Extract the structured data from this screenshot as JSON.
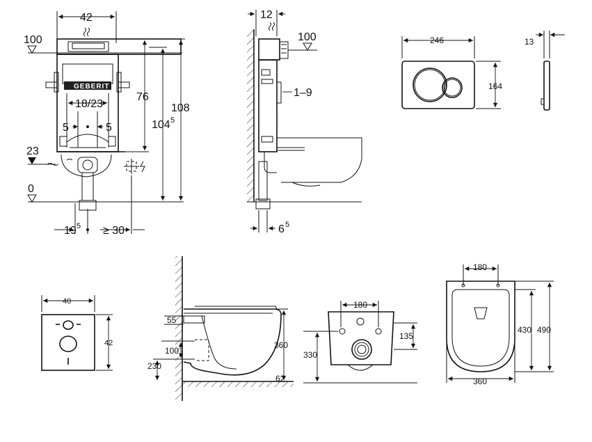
{
  "front_view": {
    "width_42": "42",
    "level_100": "100",
    "height_76": "76",
    "height_104": "104",
    "sup_5": "5",
    "height_108": "108",
    "inner_18_23": "18/23",
    "left_5": "5",
    "right_5": "5",
    "level_23": "23",
    "level_0": "0",
    "offset_19": "19",
    "offset_sup_5": "5",
    "min_30": "≥ 30",
    "brand": "GEBERIT"
  },
  "side_view": {
    "depth_12": "12",
    "level_100": "100",
    "range_1_9": "1–9",
    "bottom_6": "6",
    "bottom_sup_5": "5"
  },
  "flush_plate": {
    "width": "246",
    "height": "164",
    "thickness": "13"
  },
  "wall_template": {
    "width": "40",
    "height": "42"
  },
  "bowl_side": {
    "d55": "55",
    "d100": "100",
    "d230": "230",
    "d360": "360",
    "d62": "62"
  },
  "bowl_rear": {
    "d180": "180",
    "d135": "135",
    "d330": "330"
  },
  "bowl_top": {
    "d180": "180",
    "d430": "430",
    "d490": "490",
    "d360": "360"
  }
}
